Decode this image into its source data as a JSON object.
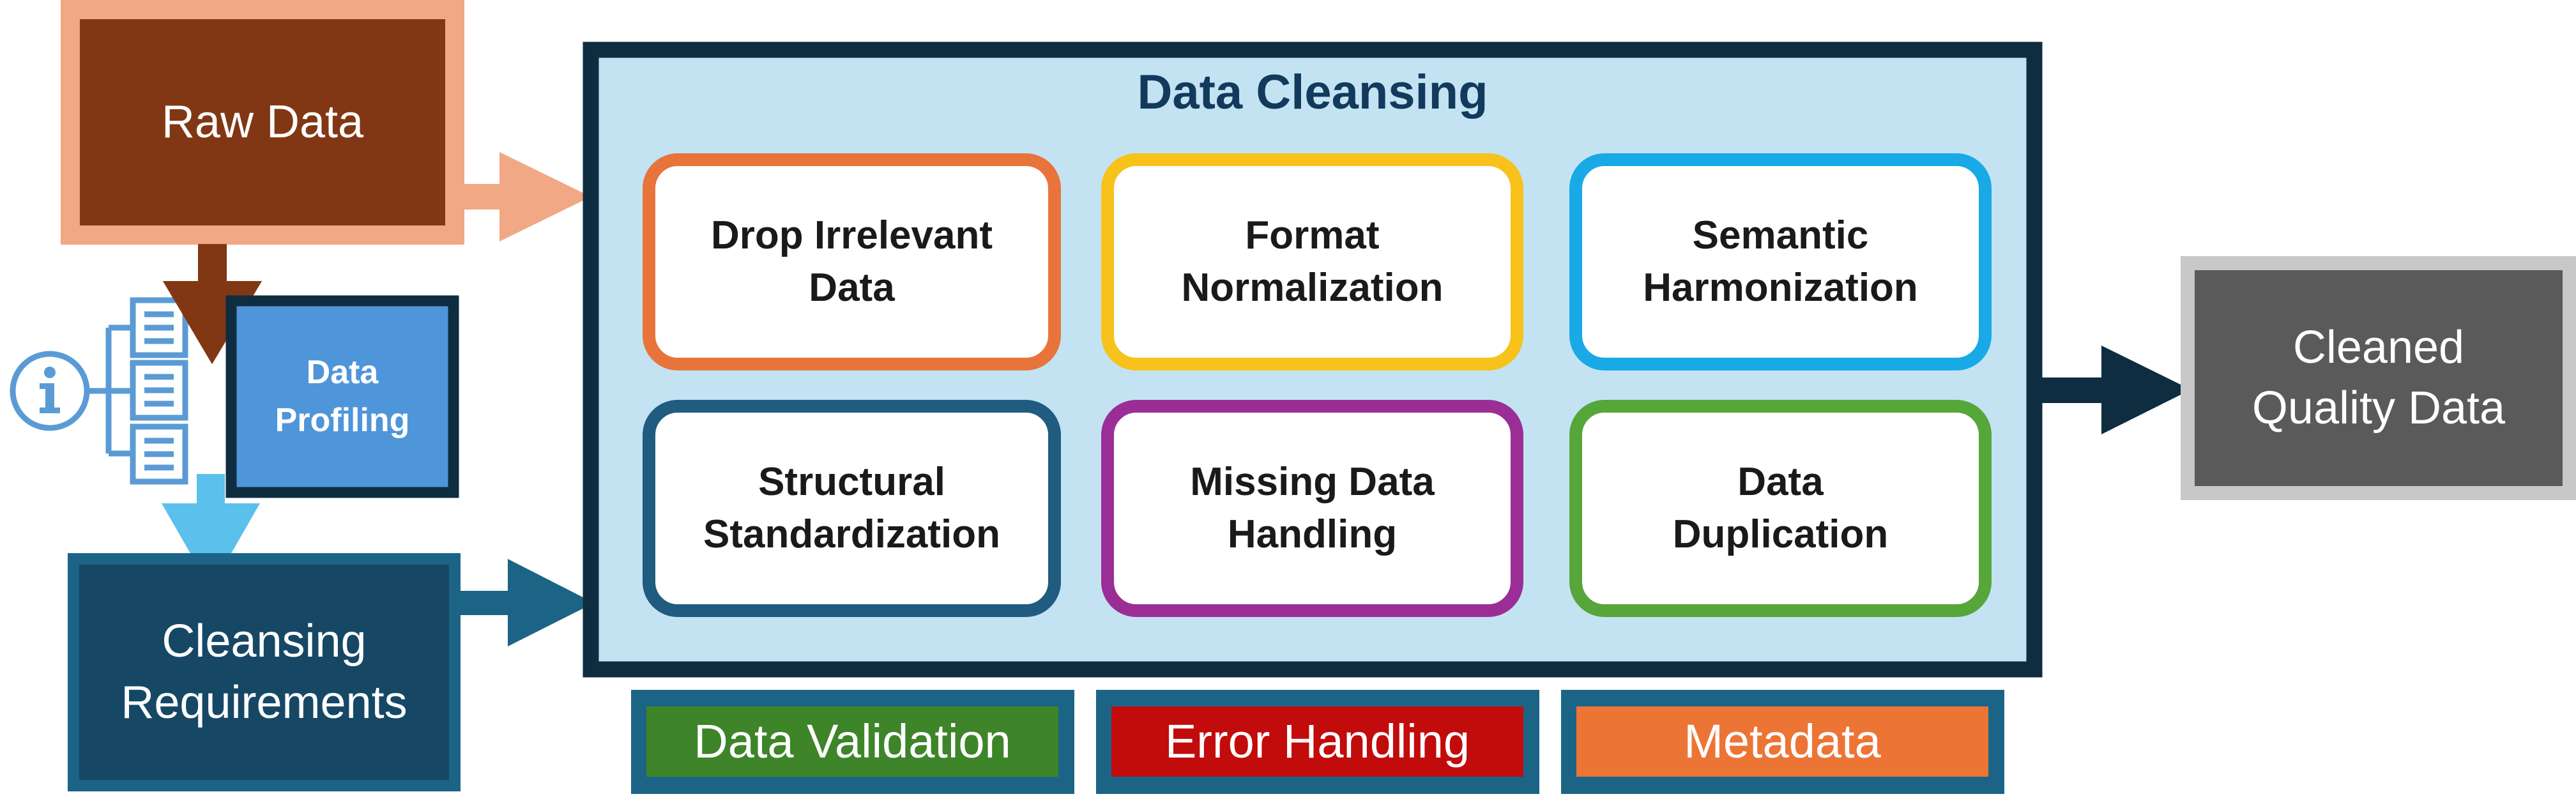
{
  "raw_data": {
    "label": "Raw Data"
  },
  "data_profiling": {
    "label": "Data\nProfiling"
  },
  "cleansing_requirements": {
    "label": "Cleansing\nRequirements"
  },
  "data_cleansing": {
    "title": "Data Cleansing",
    "steps": [
      {
        "label": "Drop Irrelevant\nData",
        "color": "#E8743B"
      },
      {
        "label": "Format\nNormalization",
        "color": "#F7C21A"
      },
      {
        "label": "Semantic\nHarmonization",
        "color": "#18A9E6"
      },
      {
        "label": "Structural\nStandardization",
        "color": "#1F5C80"
      },
      {
        "label": "Missing Data\nHandling",
        "color": "#9B2E96"
      },
      {
        "label": "Data\nDuplication",
        "color": "#57A63A"
      }
    ]
  },
  "cleaned_quality_data": {
    "label": "Cleaned\nQuality Data"
  },
  "bottom_bar": [
    {
      "label": "Data Validation",
      "color": "#3E8429"
    },
    {
      "label": "Error Handling",
      "color": "#C20B0B"
    },
    {
      "label": "Metadata",
      "color": "#EC7535"
    }
  ],
  "colors": {
    "raw_fill": "#813713",
    "raw_border": "#F1A884",
    "profiling_fill": "#4F95D9",
    "profiling_border": "#0F2D40",
    "requirements_fill": "#164866",
    "requirements_border": "#1C6486",
    "cleansing_fill": "#C3E3F3",
    "cleansing_border": "#0F2D40",
    "cleaned_fill": "#5A5A5A",
    "cleaned_border": "#C8C8C8",
    "doc_icon": "#5B9BD5",
    "arrow_light": "#5BC0EB"
  },
  "icons": [
    "info-icon",
    "document-list-icon"
  ]
}
